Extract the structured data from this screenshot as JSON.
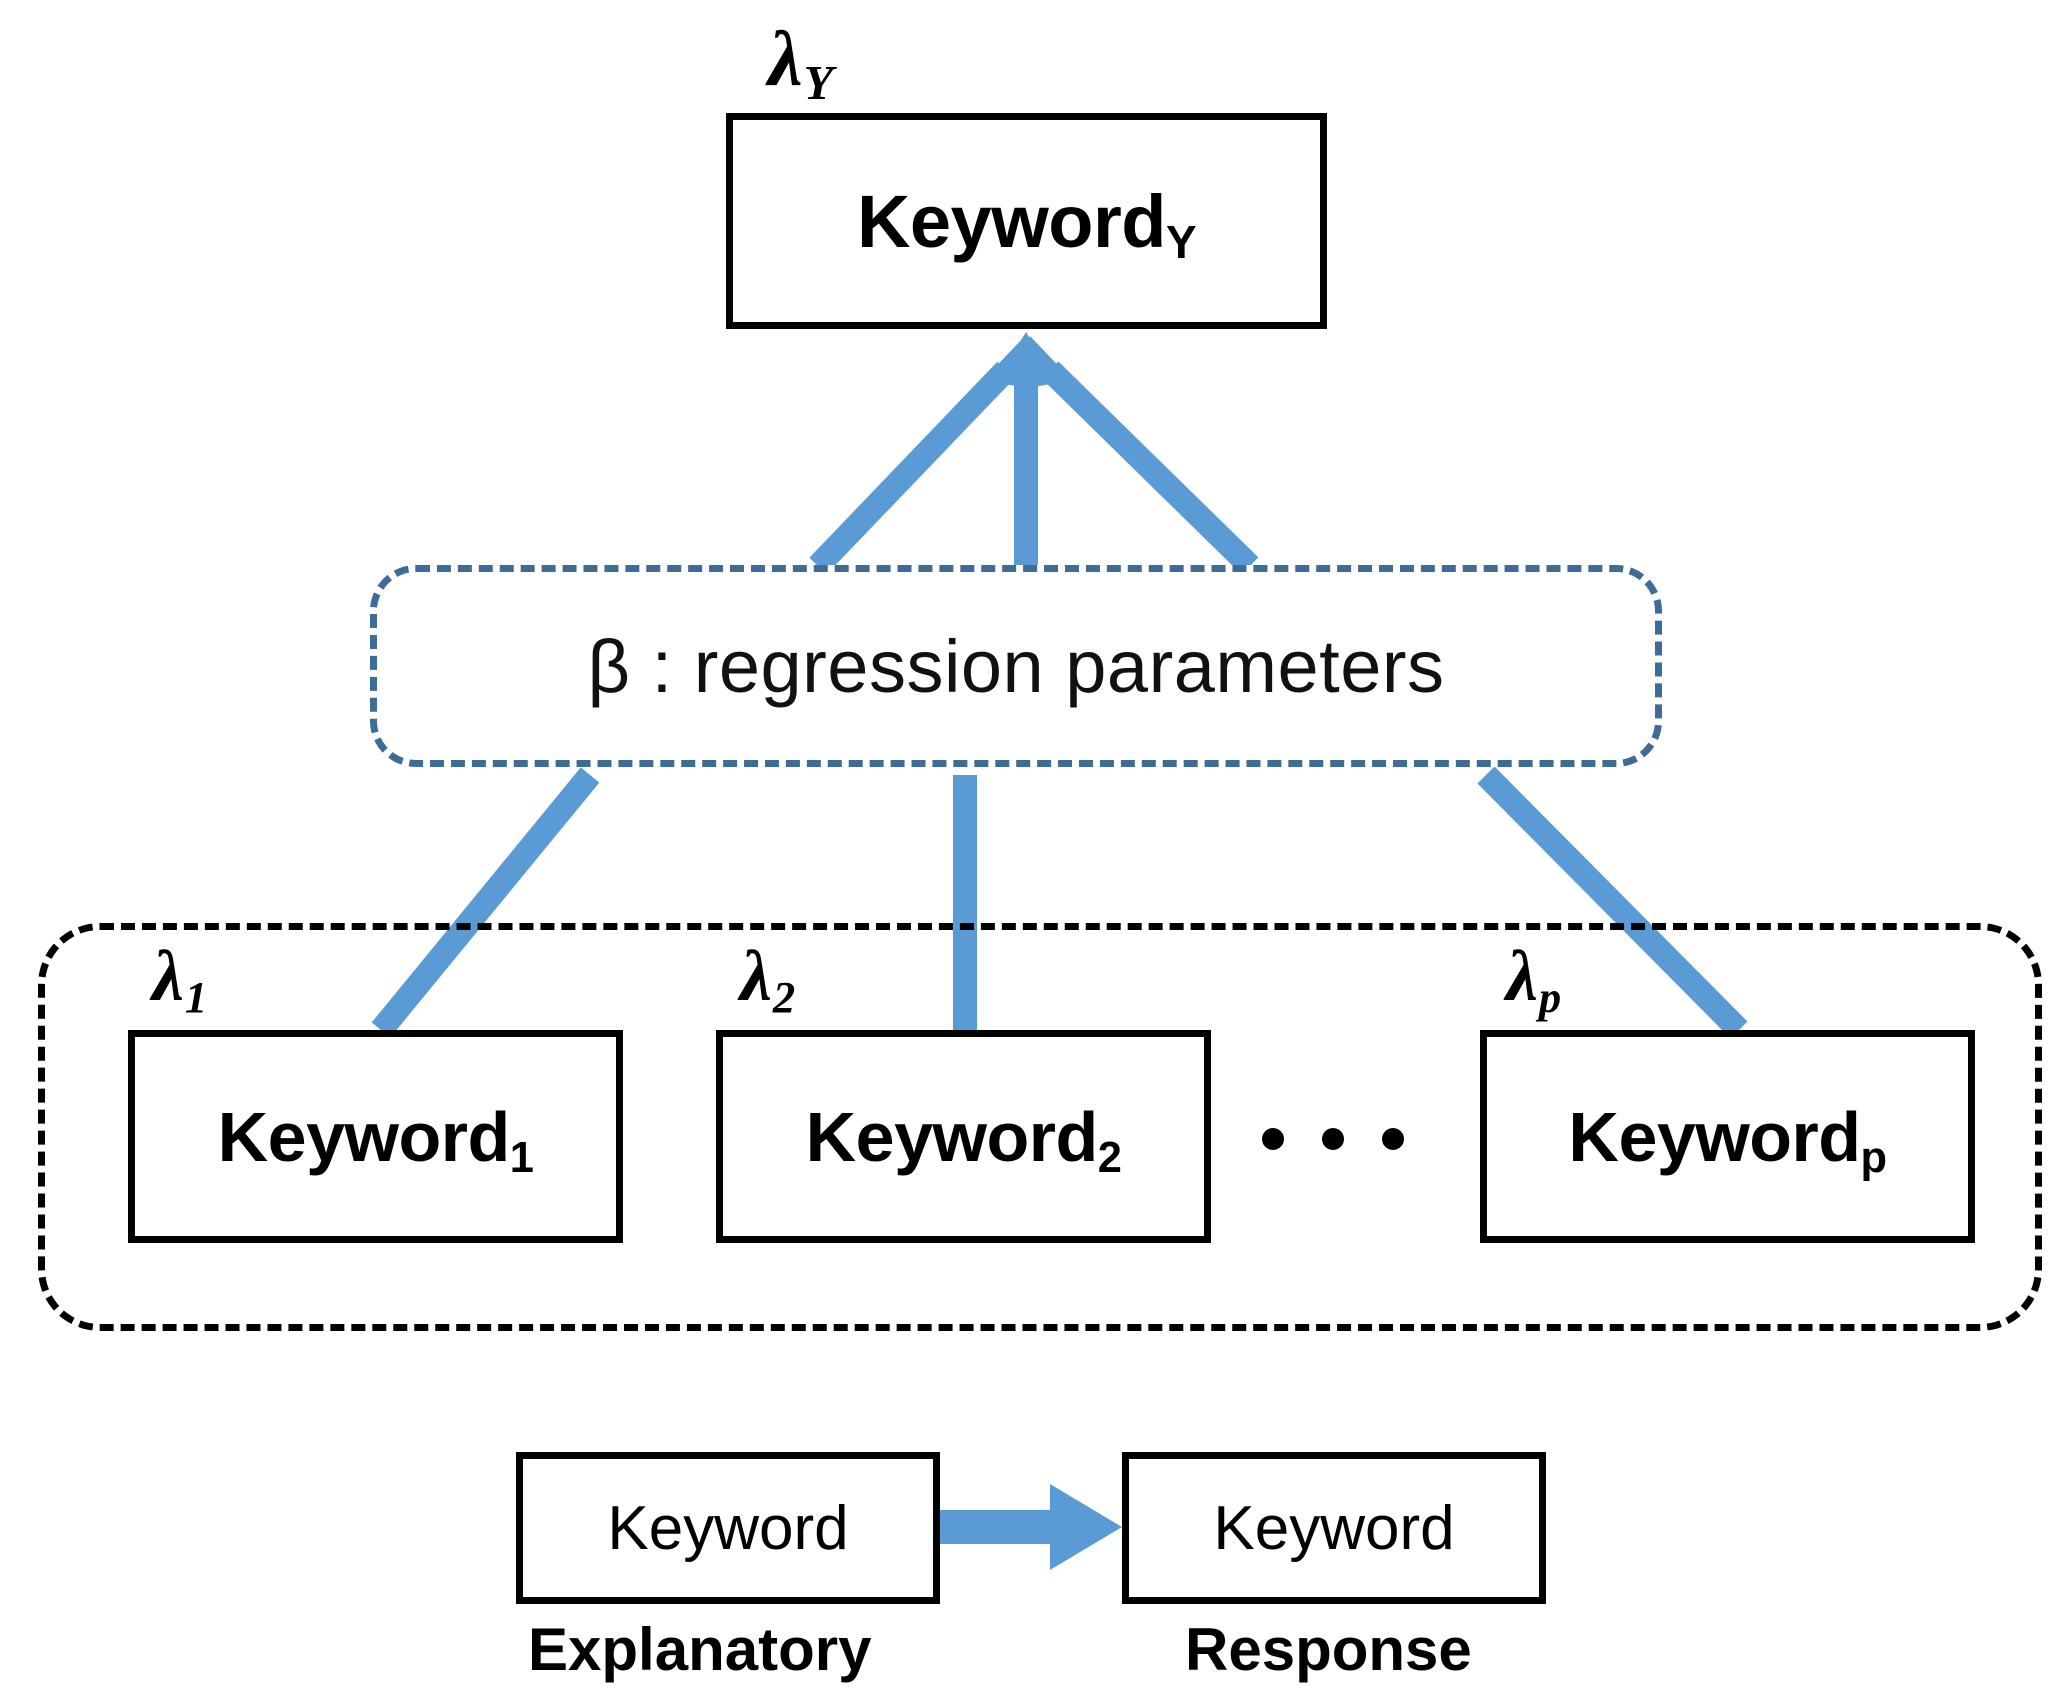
{
  "diagram": {
    "title": "Keyword regression model diagram",
    "colors": {
      "arrow_blue": "#5B9BD5",
      "beta_dash_border": "#3D6C97",
      "group_dash_border": "#000000",
      "box_border": "#000000",
      "text": "#000000"
    },
    "response": {
      "lambda_label": "λ",
      "lambda_subscript": "Y",
      "box_label": "Keyword",
      "box_subscript": "Y"
    },
    "parameters": {
      "text": "β : regression  parameters",
      "border_style": "dashed-rounded"
    },
    "explanatory": {
      "group_border_style": "dashed-rounded",
      "ellipsis": "...",
      "items": [
        {
          "lambda_label": "λ",
          "lambda_subscript": "1",
          "box_label": "Keyword",
          "box_subscript": "1"
        },
        {
          "lambda_label": "λ",
          "lambda_subscript": "2",
          "box_label": "Keyword",
          "box_subscript": "2"
        },
        {
          "lambda_label": "λ",
          "lambda_subscript": "p",
          "box_label": "Keyword",
          "box_subscript": "p"
        }
      ]
    },
    "legend": {
      "source_box_label": "Keyword",
      "target_box_label": "Keyword",
      "source_caption": "Explanatory",
      "target_caption": "Response",
      "arrow_icon": "right-arrow-icon"
    }
  }
}
